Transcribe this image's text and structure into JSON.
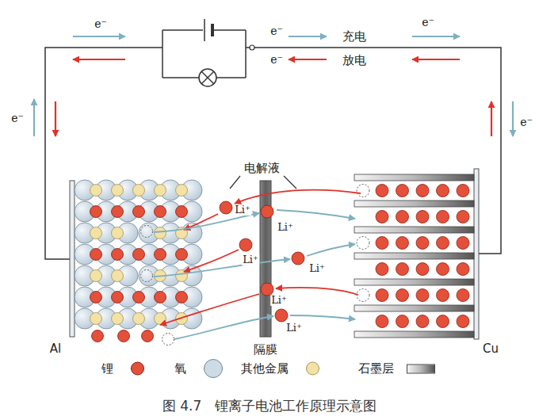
{
  "diagram": {
    "caption": "图 4.7　锂离子电池工作原理示意图",
    "labels": [
      "e⁻",
      "e⁻",
      "充电",
      "e⁻",
      "放电",
      "e⁻",
      "e⁻",
      "e⁻",
      "电解液",
      "Li⁺",
      "Li⁺",
      "Li⁺",
      "Li⁺",
      "Li⁺",
      "Li⁺",
      "Al",
      "隔膜",
      "Cu"
    ],
    "legend": [
      {
        "text": "锂",
        "color": "#e4503a"
      },
      {
        "text": "氧",
        "color": "#cddbe6"
      },
      {
        "text": "其他金属",
        "color": "#f2e2a6"
      },
      {
        "text": "石墨层"
      }
    ]
  }
}
